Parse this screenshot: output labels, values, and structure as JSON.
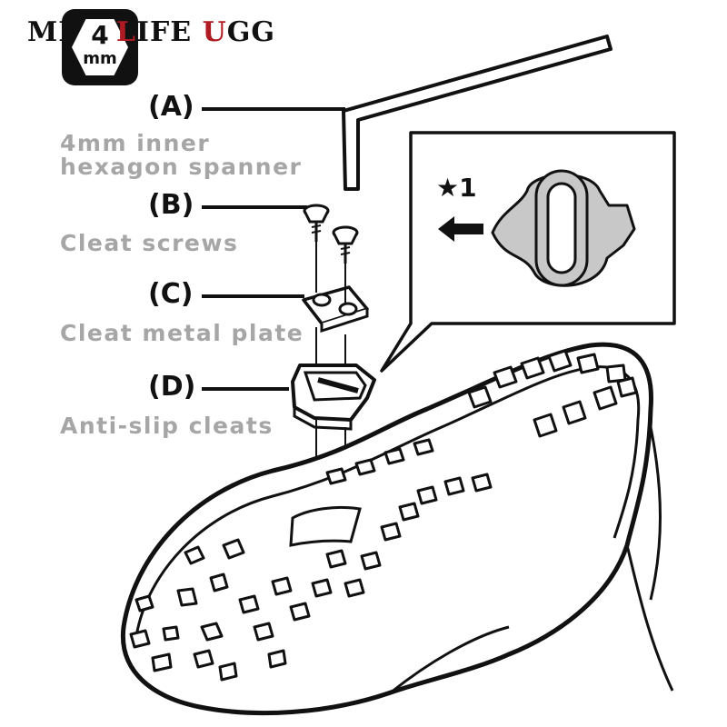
{
  "brand": {
    "pre": "MI",
    "mid": "IFE ",
    "red1": "L",
    "red2": "U",
    "post": "GG"
  },
  "badge": {
    "number": "4",
    "unit": "mm"
  },
  "parts": [
    {
      "letter": "(A)",
      "description_lines": [
        "4mm inner",
        "hexagon spanner"
      ]
    },
    {
      "letter": "(B)",
      "description_lines": [
        "Cleat screws"
      ]
    },
    {
      "letter": "(C)",
      "description_lines": [
        "Cleat metal plate"
      ]
    },
    {
      "letter": "(D)",
      "description_lines": [
        "Anti-slip cleats"
      ]
    }
  ],
  "inset": {
    "note": "★1"
  },
  "colors": {
    "brand_red": "#b01a22",
    "label_gray": "#a6a6a6",
    "line": "#111111",
    "cleat_fill": "#c8c8c8"
  }
}
